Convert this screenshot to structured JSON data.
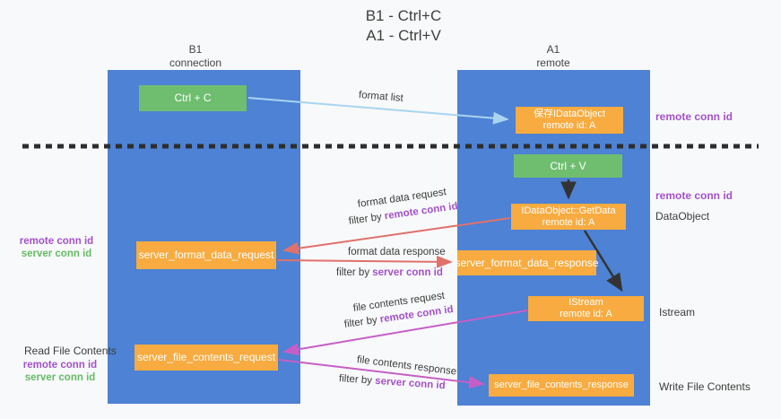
{
  "title": {
    "line1": "B1 - Ctrl+C",
    "line2": "A1 - Ctrl+V"
  },
  "lifelines": {
    "b1": {
      "name": "B1",
      "role": "connection"
    },
    "a1": {
      "name": "A1",
      "role": "remote"
    }
  },
  "nodes": {
    "ctrl_c": {
      "label": "Ctrl + C"
    },
    "save_idataobject": {
      "line1": "保存IDataObject",
      "line2": "remote id: A"
    },
    "ctrl_v": {
      "label": "Ctrl + V"
    },
    "getdata": {
      "line1": "IDataObject::GetData",
      "line2": "remote id: A"
    },
    "server_format_data_request": {
      "label": "server_format_data_request"
    },
    "server_format_data_response": {
      "label": "server_format_data_response"
    },
    "istream": {
      "line1": "IStream",
      "line2": "remote id: A"
    },
    "server_file_contents_request": {
      "label": "server_file_contents_request"
    },
    "server_file_contents_response": {
      "label": "server_file_contents_response"
    }
  },
  "annotations": {
    "right": {
      "remote_conn_id_1": "remote conn id",
      "remote_conn_id_2": "remote conn id",
      "dataobject": "DataObject",
      "istream": "Istream",
      "write_file_contents": "Write File Contents"
    },
    "left": {
      "remote_conn_id_1": "remote conn id",
      "server_conn_id_1": "server conn id",
      "read_file_contents": "Read File Contents",
      "remote_conn_id_2": "remote conn id",
      "server_conn_id_2": "server conn id"
    }
  },
  "flows": {
    "format_list": {
      "label": "format list"
    },
    "format_data_request": {
      "label": "format data request",
      "filter_prefix": "filter by ",
      "filter_key": "remote conn id"
    },
    "format_data_response": {
      "label": "format data response",
      "filter_prefix": "filter by ",
      "filter_key": "server conn id"
    },
    "file_contents_request": {
      "label": "file contents request",
      "filter_prefix": "filter by ",
      "filter_key": "remote conn id"
    },
    "file_contents_response": {
      "label": "file contents response",
      "filter_prefix": "filter by ",
      "filter_key": "server conn id"
    }
  },
  "colors": {
    "lifeline_blue": "#4d82d4",
    "node_green": "#6fbe70",
    "node_orange": "#f8ab40",
    "arrow_light_blue": "#a9d4f0",
    "arrow_red": "#e0716b",
    "arrow_magenta": "#c75ec7",
    "arrow_black": "#333333",
    "divider_dashed": "#2d2d2d",
    "text_purple": "#a351cb",
    "text_green": "#66bb66",
    "text_dark": "#3c3c3c"
  }
}
